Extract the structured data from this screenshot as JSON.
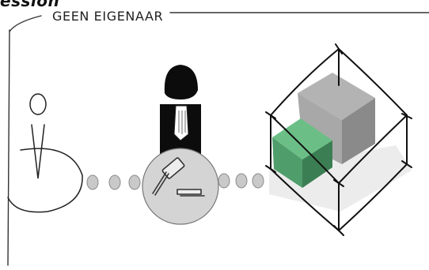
{
  "header": {
    "cut_title": "ession"
  },
  "frame": {
    "label": "GEEN EIGENAAR"
  },
  "colors": {
    "ink": "#111111",
    "pale_gray": "#e9e9e9",
    "dot_gray": "#c8c8c8",
    "judge_circle": "#d0d0d0",
    "box_gray": "#8a8a8a",
    "box_green": "#4f9d6b"
  },
  "icons": [
    "person-sketch",
    "judge-figure",
    "gavel-icon",
    "3d-box-cluster"
  ]
}
